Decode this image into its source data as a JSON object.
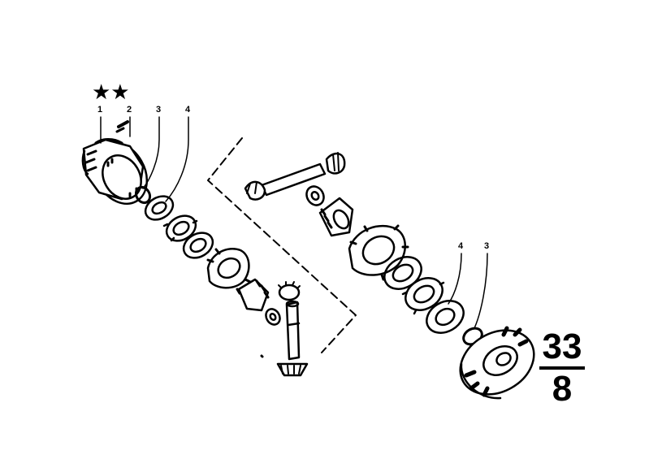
{
  "diagram": {
    "marker": "★★",
    "callouts": [
      {
        "id": "c1",
        "label": "1"
      },
      {
        "id": "c2",
        "label": "2"
      },
      {
        "id": "c3a",
        "label": "3"
      },
      {
        "id": "c4a",
        "label": "4"
      },
      {
        "id": "c4b",
        "label": "4"
      },
      {
        "id": "c3b",
        "label": "3"
      }
    ],
    "group_code": {
      "top": "33",
      "bottom": "8"
    },
    "colors": {
      "ink": "#000000",
      "paper": "#ffffff"
    }
  }
}
